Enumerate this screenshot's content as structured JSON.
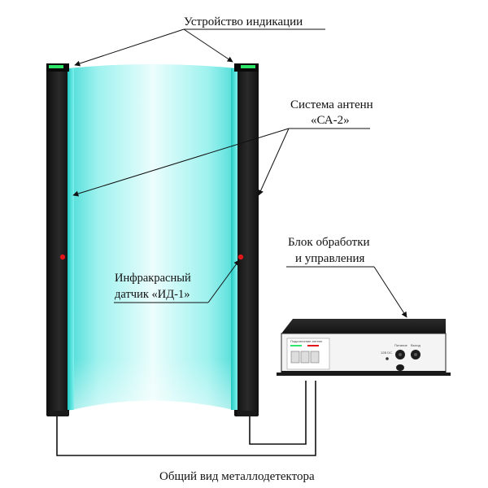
{
  "labels": {
    "indicator_device": "Устройство индикации",
    "antenna_system_line1": "Система антенн",
    "antenna_system_line2": "«СА-2»",
    "processing_unit_line1": "Блок обработки",
    "processing_unit_line2": "и управления",
    "ir_sensor_line1": "Инфракрасный",
    "ir_sensor_line2": "датчик «ИД-1»",
    "caption": "Общий вид металлодетектора"
  },
  "control_box": {
    "panel_left_label": "Подключение антенн",
    "panel_right_label_1": "Питание",
    "panel_right_label_2": "Выход",
    "panel_small_label": "12В DC"
  },
  "colors": {
    "field_glow": "#5fe3df",
    "pillar_dark": "#1a1a1a",
    "led_green": "#2ee66a",
    "ir_red": "#e0161b",
    "box_front": "#f4f4f4",
    "box_top": "#1e1e1e"
  }
}
